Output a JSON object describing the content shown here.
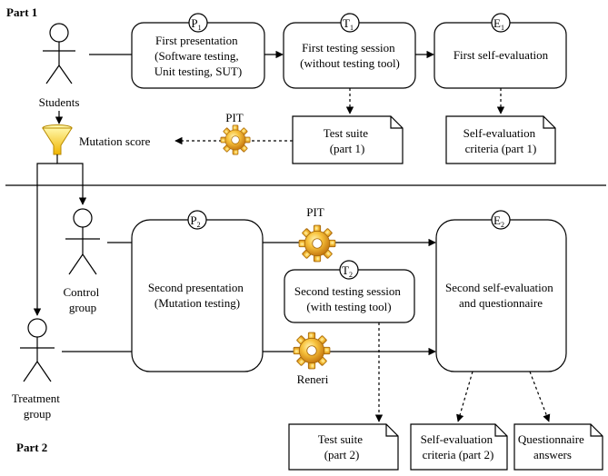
{
  "parts": {
    "part1": "Part 1",
    "part2": "Part 2"
  },
  "actors": {
    "students": "Students",
    "control": [
      "Control",
      "group"
    ],
    "treatment": [
      "Treatment",
      "group"
    ]
  },
  "funnel_label": "Mutation score",
  "tools": {
    "pit_top": "PIT",
    "pit_bottom": "PIT",
    "reneri": "Reneri"
  },
  "circles": {
    "p1": {
      "letter": "P",
      "sub": "1"
    },
    "t1": {
      "letter": "T",
      "sub": "1"
    },
    "e1": {
      "letter": "E",
      "sub": "1"
    },
    "p2": {
      "letter": "P",
      "sub": "2"
    },
    "t2": {
      "letter": "T",
      "sub": "2"
    },
    "e2": {
      "letter": "E",
      "sub": "2"
    }
  },
  "boxes": {
    "first_presentation": [
      "First presentation",
      "(Software testing,",
      "Unit testing, SUT)"
    ],
    "first_testing": [
      "First testing session",
      "(without testing tool)"
    ],
    "first_self_eval": [
      "First self-evaluation"
    ],
    "second_presentation": [
      "Second presentation",
      "(Mutation testing)"
    ],
    "second_testing": [
      "Second testing session",
      "(with testing tool)"
    ],
    "second_self_eval": [
      "Second self-evaluation",
      "and questionnaire"
    ]
  },
  "documents": {
    "test_suite_1": [
      "Test suite",
      "(part 1)"
    ],
    "self_eval_criteria_1": [
      "Self-evaluation",
      "criteria (part 1)"
    ],
    "test_suite_2": [
      "Test suite",
      "(part 2)"
    ],
    "self_eval_criteria_2": [
      "Self-evaluation",
      "criteria (part 2)"
    ],
    "questionnaire_answers": [
      "Questionnaire",
      "answers"
    ]
  }
}
